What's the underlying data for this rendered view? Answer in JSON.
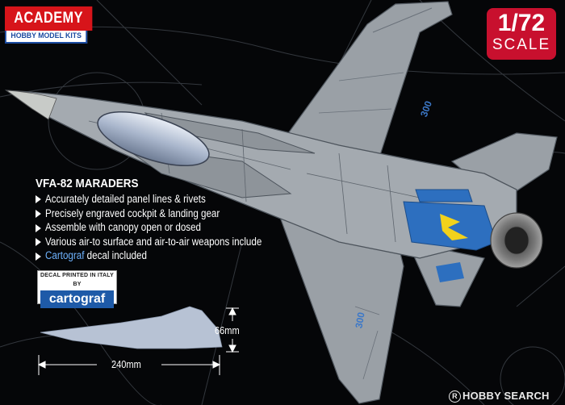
{
  "brand": {
    "name": "ACADEMY",
    "tagline": "HOBBY MODEL KITS",
    "accent": "#d7141a"
  },
  "scale": {
    "ratio": "1/72",
    "word": "SCALE",
    "color": "#c8102e"
  },
  "features": {
    "heading": "VFA-82 MARADERS",
    "items": [
      {
        "text": "Accurately detailed panel lines & rivets"
      },
      {
        "text": "Precisely engraved cockpit & landing gear"
      },
      {
        "text": "Assemble with canopy open or dosed"
      },
      {
        "text": "Various air-to surface and air-to-air weapons include"
      },
      {
        "brand": "Cartograf",
        "text": " decal included"
      }
    ]
  },
  "decal_logo": {
    "top": "DECAL PRINTED IN ITALY BY",
    "name": "cartograf"
  },
  "dimensions": {
    "length": "240mm",
    "height": "66mm"
  },
  "aircraft": {
    "modex": "300",
    "body_color": "#9aa0a6",
    "tail_art_color": "#2d6fbf",
    "tail_accent": "#f2d21b"
  },
  "watermark": {
    "text": "HOBBY SEARCH",
    "symbol": "R"
  }
}
